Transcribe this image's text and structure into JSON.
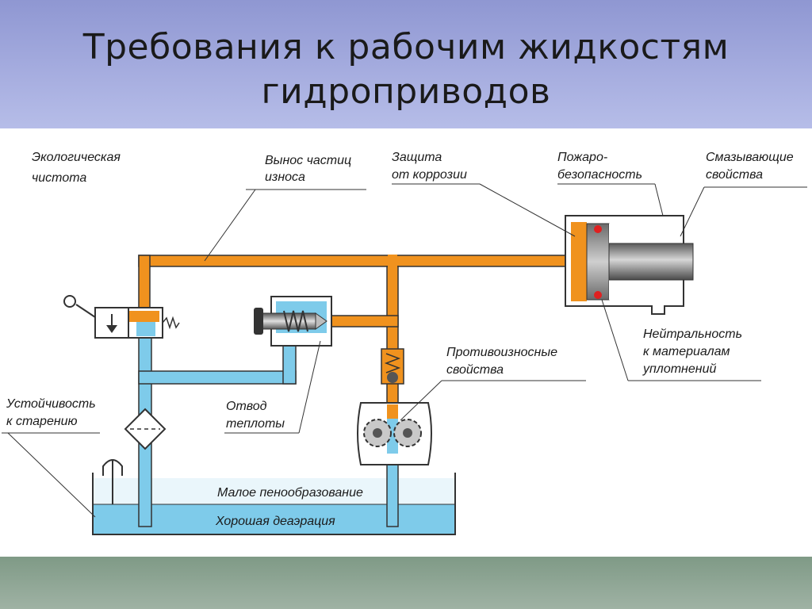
{
  "title": {
    "line1": "Требования к рабочим жидкостям",
    "line2": "гидроприводов"
  },
  "labels": {
    "eco_1": "Экологическая",
    "eco_2": "чистота",
    "wear_1": "Вынос частиц",
    "wear_2": "износа",
    "corr_1": "Защита",
    "corr_2": "от коррозии",
    "fire_1": "Пожаро-",
    "fire_2": "безопасность",
    "lube_1": "Смазывающие",
    "lube_2": "свойства",
    "neutral_1": "Нейтральность",
    "neutral_2": "к материалам",
    "neutral_3": "уплотнений",
    "antiwear_1": "Противоизносные",
    "antiwear_2": "свойства",
    "heat_1": "Отвод",
    "heat_2": "теплоты",
    "aging_1": "Устойчивость",
    "aging_2": "к старению",
    "foam": "Малое пенообразование",
    "deaer": "Хорошая деаэрация"
  },
  "colors": {
    "pressure_line": "#f0921e",
    "return_line": "#7ecbea",
    "tank_fluid": "#7ecbea",
    "outline": "#333333"
  }
}
